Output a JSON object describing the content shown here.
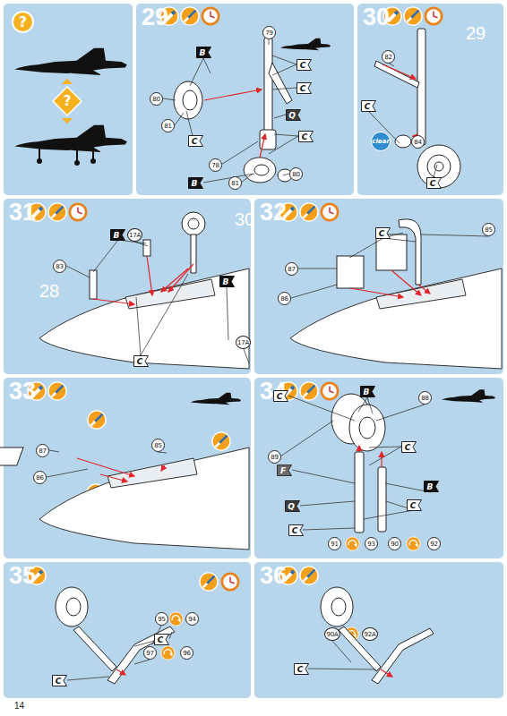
{
  "diagram": {
    "nodes": [
      {
        "text": [
          "?"
        ]
      },
      {
        "text": [
          "?"
        ],
        "in": 0
      },
      {
        "text": [
          "29"
        ]
      },
      {
        "text": [
          "79"
        ],
        "in": 2
      },
      {
        "text": [
          "B"
        ],
        "in": 2
      },
      {
        "text": [
          "C"
        ],
        "in": 2
      },
      {
        "text": [
          "C"
        ],
        "in": 2
      },
      {
        "text": [
          "80"
        ],
        "in": 2
      },
      {
        "text": [
          "81"
        ],
        "in": 2
      },
      {
        "text": [
          "Q"
        ],
        "in": 2
      },
      {
        "text": [
          "C"
        ],
        "in": 2
      },
      {
        "text": [
          "C"
        ],
        "in": 2
      },
      {
        "text": [
          "78"
        ],
        "in": 2
      },
      {
        "text": [
          "81"
        ],
        "in": 2
      },
      {
        "text": [
          "80"
        ],
        "in": 2
      },
      {
        "text": [
          "B"
        ],
        "in": 2
      },
      {
        "text": [
          "30"
        ]
      },
      {
        "text": [
          "82"
        ],
        "in": 16
      },
      {
        "text": [
          "C"
        ],
        "in": 16
      },
      {
        "text": [
          "clear"
        ],
        "in": 16
      },
      {
        "text": [
          "84"
        ],
        "in": 16
      },
      {
        "text": [
          "C"
        ],
        "in": 16
      },
      {
        "text": [
          "31"
        ]
      },
      {
        "text": [
          "B"
        ],
        "in": 22
      },
      {
        "text": [
          "17A"
        ],
        "in": 22
      },
      {
        "text": [
          "83"
        ],
        "in": 22
      },
      {
        "text": [
          "B"
        ],
        "in": 22
      },
      {
        "text": [
          "17A"
        ],
        "in": 22
      },
      {
        "text": [
          "C"
        ],
        "in": 22
      },
      {
        "text": [
          "32"
        ]
      },
      {
        "text": [
          "C"
        ],
        "in": 29
      },
      {
        "text": [
          "85"
        ],
        "in": 29
      },
      {
        "text": [
          "87"
        ],
        "in": 29
      },
      {
        "text": [
          "86"
        ],
        "in": 29
      },
      {
        "text": [
          "33"
        ]
      },
      {
        "text": [
          "85"
        ],
        "in": 34
      },
      {
        "text": [
          "87"
        ],
        "in": 34
      },
      {
        "text": [
          "86"
        ],
        "in": 34
      },
      {
        "text": [
          "34"
        ]
      },
      {
        "text": [
          "C"
        ],
        "in": 38
      },
      {
        "text": [
          "B"
        ],
        "in": 38
      },
      {
        "text": [
          "88"
        ],
        "in": 38
      },
      {
        "text": [
          "C"
        ],
        "in": 38
      },
      {
        "text": [
          "89"
        ],
        "in": 38
      },
      {
        "text": [
          "F"
        ],
        "in": 38
      },
      {
        "text": [
          "B"
        ],
        "in": 38
      },
      {
        "text": [
          "Q"
        ],
        "in": 38
      },
      {
        "text": [
          "C"
        ],
        "in": 38
      },
      {
        "text": [
          "C"
        ],
        "in": 38
      },
      {
        "text": [
          "91"
        ],
        "in": 38
      },
      {
        "text": [
          "93"
        ],
        "in": 38
      },
      {
        "text": [
          "90"
        ],
        "in": 38
      },
      {
        "text": [
          "92"
        ],
        "in": 38
      },
      {
        "text": [
          "35"
        ]
      },
      {
        "text": [
          "95"
        ],
        "in": 53
      },
      {
        "text": [
          "94"
        ],
        "in": 53
      },
      {
        "text": [
          "C"
        ],
        "in": 53
      },
      {
        "text": [
          "97"
        ],
        "in": 53
      },
      {
        "text": [
          "96"
        ],
        "in": 53
      },
      {
        "text": [
          "C"
        ],
        "in": 53
      },
      {
        "text": [
          "36"
        ]
      },
      {
        "text": [
          "90A"
        ],
        "in": 60
      },
      {
        "text": [
          "92A"
        ],
        "in": 60
      },
      {
        "text": [
          "C"
        ],
        "in": 60
      }
    ],
    "labels": [
      "29",
      "30",
      "28",
      "14"
    ]
  }
}
